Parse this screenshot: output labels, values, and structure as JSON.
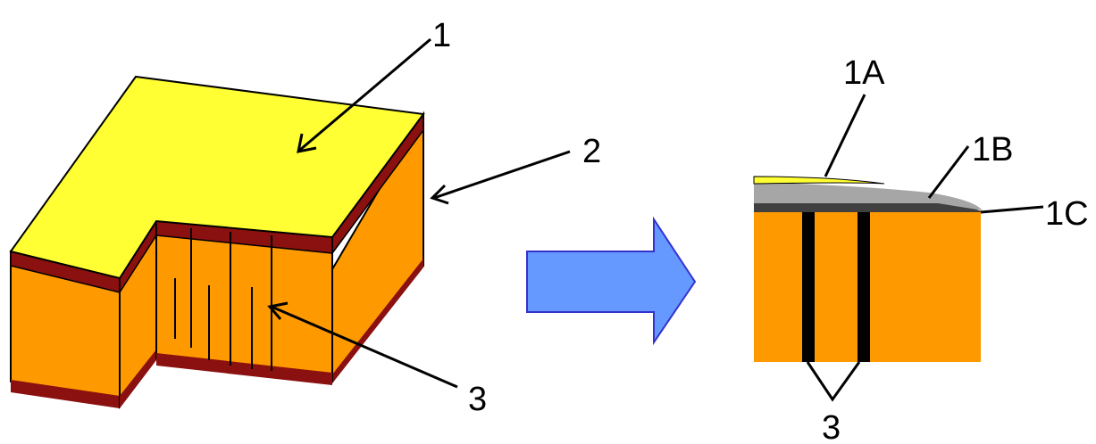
{
  "labels": {
    "l1": "1",
    "l2": "2",
    "l3_left": "3",
    "l1A": "1A",
    "l1B": "1B",
    "l1C": "1C",
    "l3_right": "3"
  },
  "colors": {
    "top_face": "#ffff33",
    "side_face": "#ff9900",
    "edge_layer": "#8b1010",
    "arrow_fill": "#6699ff",
    "arrow_stroke": "#3333cc",
    "layer_1A": "#ffff33",
    "layer_1B": "#a6a6a6",
    "layer_1C": "#404040",
    "lines": "#000000"
  }
}
